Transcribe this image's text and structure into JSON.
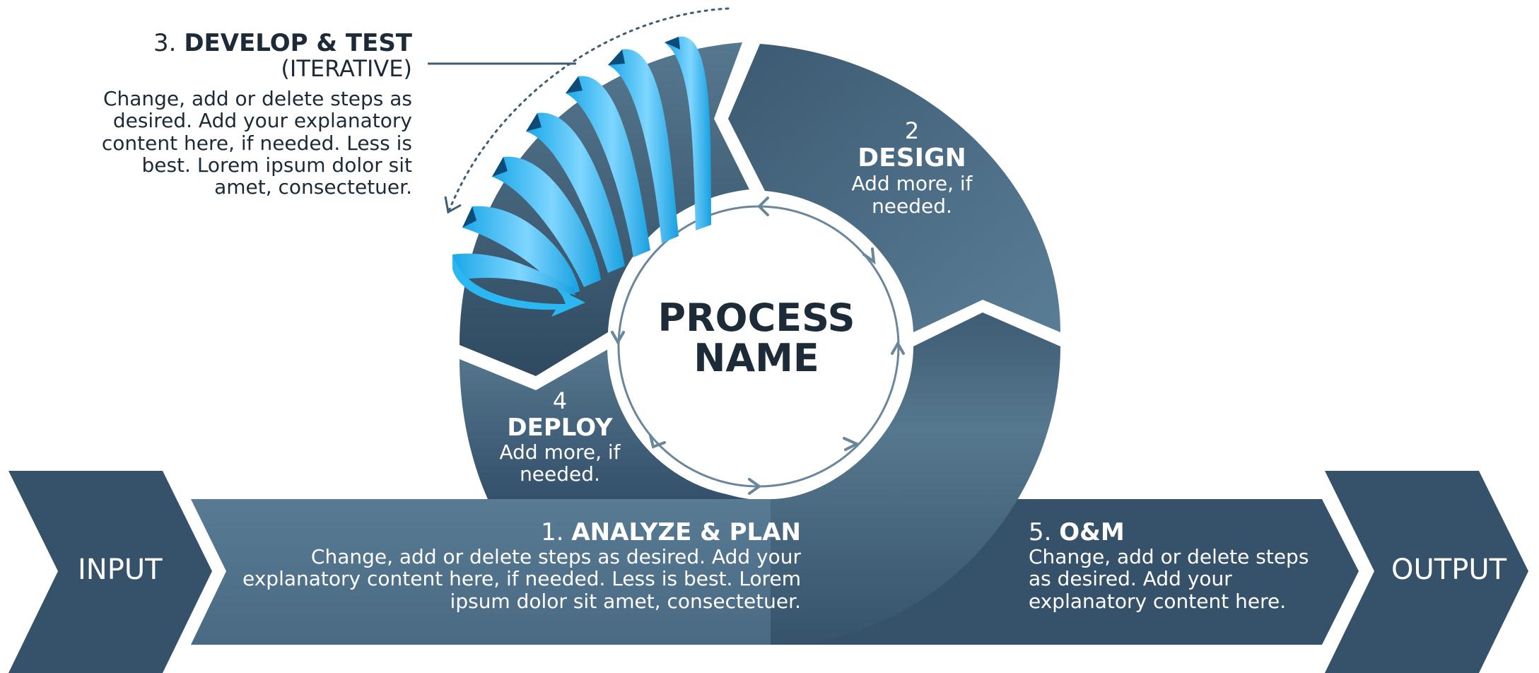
{
  "center": {
    "line1": "PROCESS",
    "line2": "NAME"
  },
  "input": {
    "label": "INPUT"
  },
  "output": {
    "label": "OUTPUT"
  },
  "steps": [
    {
      "num": "1.",
      "title": "ANALYZE & PLAN",
      "lines": [
        "Change, add or delete steps as desired. Add your",
        "explanatory content here, if needed. Less is best. Lorem",
        "ipsum dolor sit amet, consectetuer."
      ]
    },
    {
      "num": "2",
      "title": "DESIGN",
      "lines": [
        "Add more, if",
        "needed."
      ]
    },
    {
      "num": "3.",
      "title": "DEVELOP & TEST",
      "subtitle": "(ITERATIVE)",
      "lines": [
        "Change, add or delete steps as",
        "desired. Add your explanatory",
        "content here, if needed. Less is",
        "best. Lorem ipsum dolor sit",
        "amet, consectetuer."
      ]
    },
    {
      "num": "4",
      "title": "DEPLOY",
      "lines": [
        "Add more, if",
        "needed."
      ]
    },
    {
      "num": "5.",
      "title": "O&M",
      "lines": [
        "Change, add or delete steps",
        "as desired. Add your",
        "explanatory content here."
      ]
    }
  ],
  "colors": {
    "dark": "#2f4a60",
    "mid": "#3f5d75",
    "light": "#55768f",
    "accent": "#1fb0ee",
    "ring": "#5d7a91",
    "text": "#1d2b38"
  }
}
